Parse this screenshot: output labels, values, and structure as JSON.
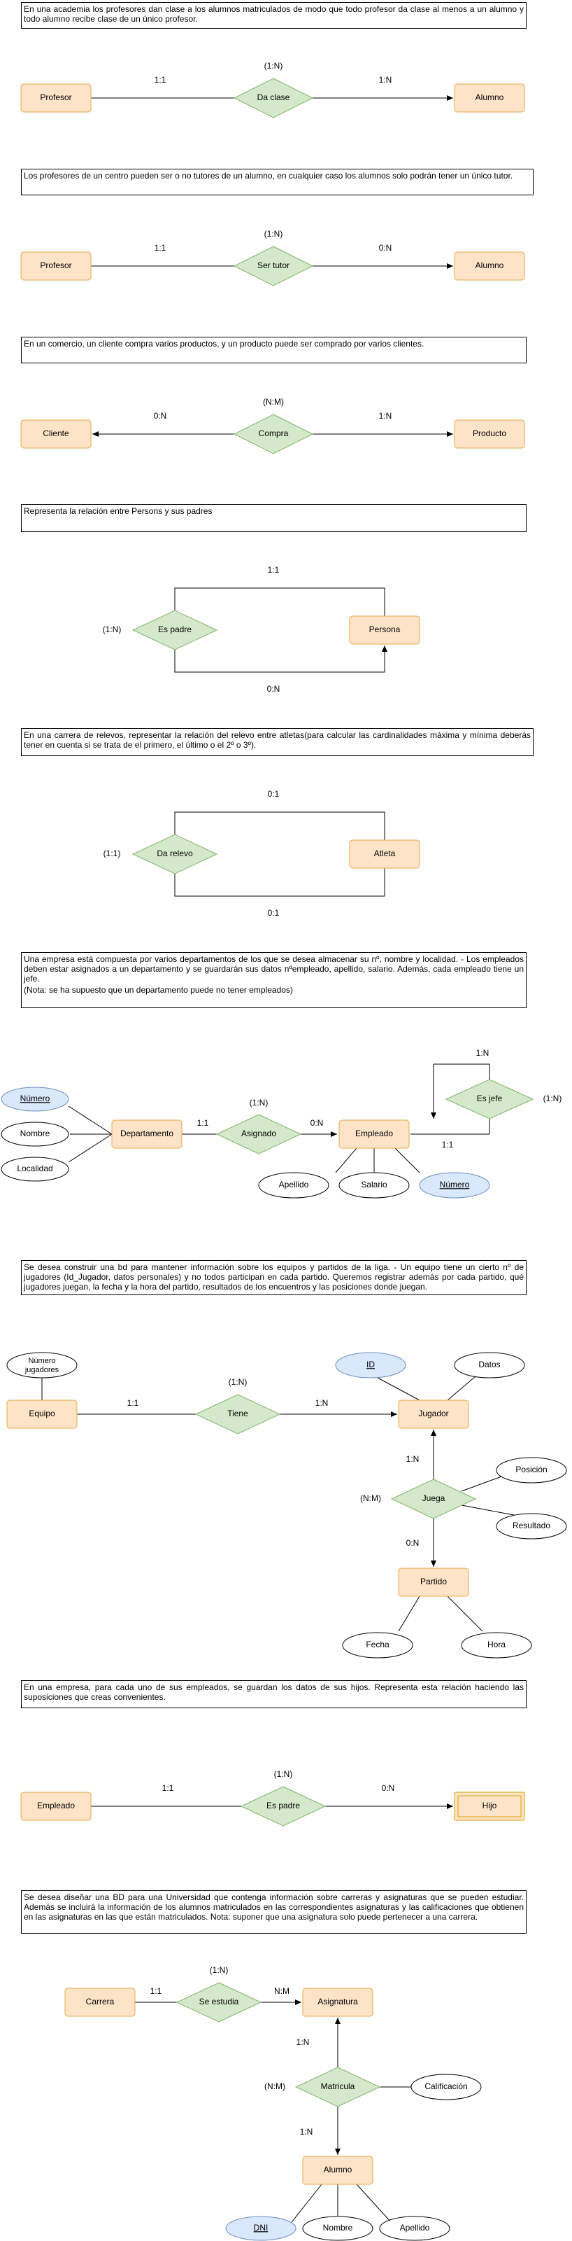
{
  "ex1": {
    "statement": "En una academia los profesores dan clase a los alumnos matriculados de modo que todo profesor da clase al menos a un alumno y todo alumno recibe clase de un único profesor.",
    "e_left": "Profesor",
    "relation": "Da clase",
    "e_right": "Alumno",
    "rel_card": "(1:N)",
    "card_left": "1:1",
    "card_right": "1:N"
  },
  "ex2": {
    "statement": "Los profesores de un centro pueden ser o no tutores de un alumno, en cualquier caso los alumnos solo podrán tener un único tutor.",
    "e_left": "Profesor",
    "relation": "Ser tutor",
    "e_right": "Alumno",
    "rel_card": "(1:N)",
    "card_left": "1:1",
    "card_right": "0:N"
  },
  "ex3": {
    "statement": "En un comercio, un cliente compra varios productos, y un producto puede ser comprado por varios clientes.",
    "e_left": "Cliente",
    "relation": "Compra",
    "e_right": "Producto",
    "rel_card": "(N:M)",
    "card_left": "0:N",
    "card_right": "1:N"
  },
  "ex4": {
    "statement": "Representa la relación entre Persons y sus padres",
    "relation": "Es padre",
    "entity": "Persona",
    "rel_card": "(1:N)",
    "card_top": "1:1",
    "card_bottom": "0:N"
  },
  "ex5": {
    "statement": "En una carrera de relevos, representar la relación del relevo entre atletas(para calcular las cardinalidades máxima y mínima deberás tener en cuenta si se trata de el primero, el último o el 2º o 3º).",
    "relation": "Da relevo",
    "entity": "Atleta",
    "rel_card": "(1:1)",
    "card_top": "0:1",
    "card_bottom": "0:1"
  },
  "ex6": {
    "statement": "Una empresa está compuesta por varios departamentos de los que se desea almacenar su nº, nombre y localidad. - Los empleados deben estar asignados a un departamento y se guardarán sus datos nºempleado,  apellido, salario. Además, cada empleado tiene un jefe.",
    "note": "(Nota: se ha supuesto que un departamento puede no tener empleados)",
    "e_dept": "Departamento",
    "e_emp": "Empleado",
    "r_asignado": "Asignado",
    "r_jefe": "Es jefe",
    "a_numero_dept": "Número",
    "a_nombre": "Nombre",
    "a_localidad": "Localidad",
    "a_apellido": "Apellido",
    "a_salario": "Salario",
    "a_numero_emp": "Número",
    "asignado_card": "(1:N)",
    "card_dept": "1:1",
    "card_emp": "0:N",
    "jefe_card": "(1:N)",
    "jefe_top": "1:N",
    "jefe_bottom": "1:1"
  },
  "ex7": {
    "statement": "Se desea construir una bd para mantener información sobre los equipos y partidos de la liga. - Un equipo tiene un cierto nº de jugadores (Id_Jugador, datos personales) y no todos participan en cada partido. Queremos registrar además por cada partido, qué jugadores juegan, la fecha y la hora del partido, resultados de los encuentros y las posiciones donde juegan.",
    "e_equipo": "Equipo",
    "e_jugador": "Jugador",
    "e_partido": "Partido",
    "r_tiene": "Tiene",
    "r_juega": "Juega",
    "a_num_jugadores": "Número jugadores",
    "a_id": "ID",
    "a_datos": "Datos",
    "a_posicion": "Posición",
    "a_resultado": "Resultado",
    "a_fecha": "Fecha",
    "a_hora": "Hora",
    "tiene_card": "(1:N)",
    "card_equipo": "1:1",
    "card_jugador": "1:N",
    "juega_card": "(N:M)",
    "card_juega_top": "1:N",
    "card_juega_bottom": "0:N"
  },
  "ex8": {
    "statement": "En una empresa, para cada uno de sus empleados, se guardan los datos de sus hijos. Representa esta relación haciendo las suposiciones que creas convenientes.",
    "e_left": "Empleado",
    "relation": "Es padre",
    "e_right": "Hijo",
    "rel_card": "(1:N)",
    "card_left": "1:1",
    "card_right": "0:N"
  },
  "ex9": {
    "statement": "Se desea diseñar una BD para una Universidad que contenga información sobre carreras y asignaturas que se pueden estudiar. Además se incluirá la información de los alumnos matriculados en las correspondientes asignaturas y las calificaciones que obtienen en las asignaturas en las que están matriculados. Nota: suponer que una asignatura solo puede pertenecer a una carrera.",
    "e_carrera": "Carrera",
    "e_asignatura": "Asignatura",
    "e_alumno": "Alumno",
    "r_estudia": "Se estudia",
    "r_matricula": "Matricula",
    "a_calificacion": "Calificación",
    "a_dni": "DNI",
    "a_nombre": "Nombre",
    "a_apellido": "Apellido",
    "estudia_card": "(1:N)",
    "card_carrera": "1:1",
    "card_asignatura": "N:M",
    "matricula_card": "(N:M)",
    "card_mat_top": "1:N",
    "card_mat_bottom": "1:N"
  }
}
